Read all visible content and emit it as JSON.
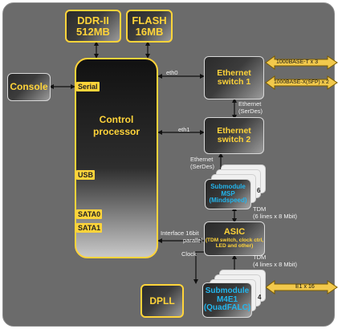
{
  "blocks": {
    "ddr": {
      "line1": "DDR-II",
      "line2": "512MB"
    },
    "flash": {
      "line1": "FLASH",
      "line2": "16MB"
    },
    "console": "Console",
    "cpu": {
      "line1": "Control",
      "line2": "processor"
    },
    "eth1": {
      "line1": "Ethernet",
      "line2": "switch 1"
    },
    "eth2": {
      "line1": "Ethernet",
      "line2": "switch 2"
    },
    "asic": {
      "title": "ASIC",
      "subtitle1": "(TDM switch, clock ctrl,",
      "subtitle2": "LED and other)"
    },
    "dpll": "DPLL",
    "msp": {
      "line1": "Submodule",
      "line2": "MSP",
      "line3": "(Mindspeed)",
      "count": "6"
    },
    "m4e1": {
      "line1": "Submodule",
      "line2": "M4E1",
      "line3": "(QuadFALC)",
      "count": "4"
    }
  },
  "ports": {
    "serial": "Serial",
    "usb": "USB",
    "sata0": "SATA0",
    "sata1": "SATA1"
  },
  "links": {
    "eth0": "eth0",
    "eth1": "eth1",
    "serdes1": {
      "line1": "Ethernet",
      "line2": "(SerDes)"
    },
    "serdes2": {
      "line1": "Ethernet",
      "line2": "(SerDes)"
    },
    "tdm1": {
      "line1": "TDM",
      "line2": "(6 lines x 8 Mbit)"
    },
    "tdm2": {
      "line1": "TDM",
      "line2": "(4 lines x 8 Mbit)"
    },
    "iface": {
      "line1": "Interface 16bit",
      "line2": "parallel"
    },
    "clock": "Clock"
  },
  "external": {
    "eth_t": "1000BASE-T x 3",
    "eth_x": "1000BASE-X(SFP) x 2",
    "e1": "E1 x 16"
  },
  "colors": {
    "accent": "#ffd43a",
    "cyan": "#23b6ee",
    "board": "#6b6b6b"
  }
}
